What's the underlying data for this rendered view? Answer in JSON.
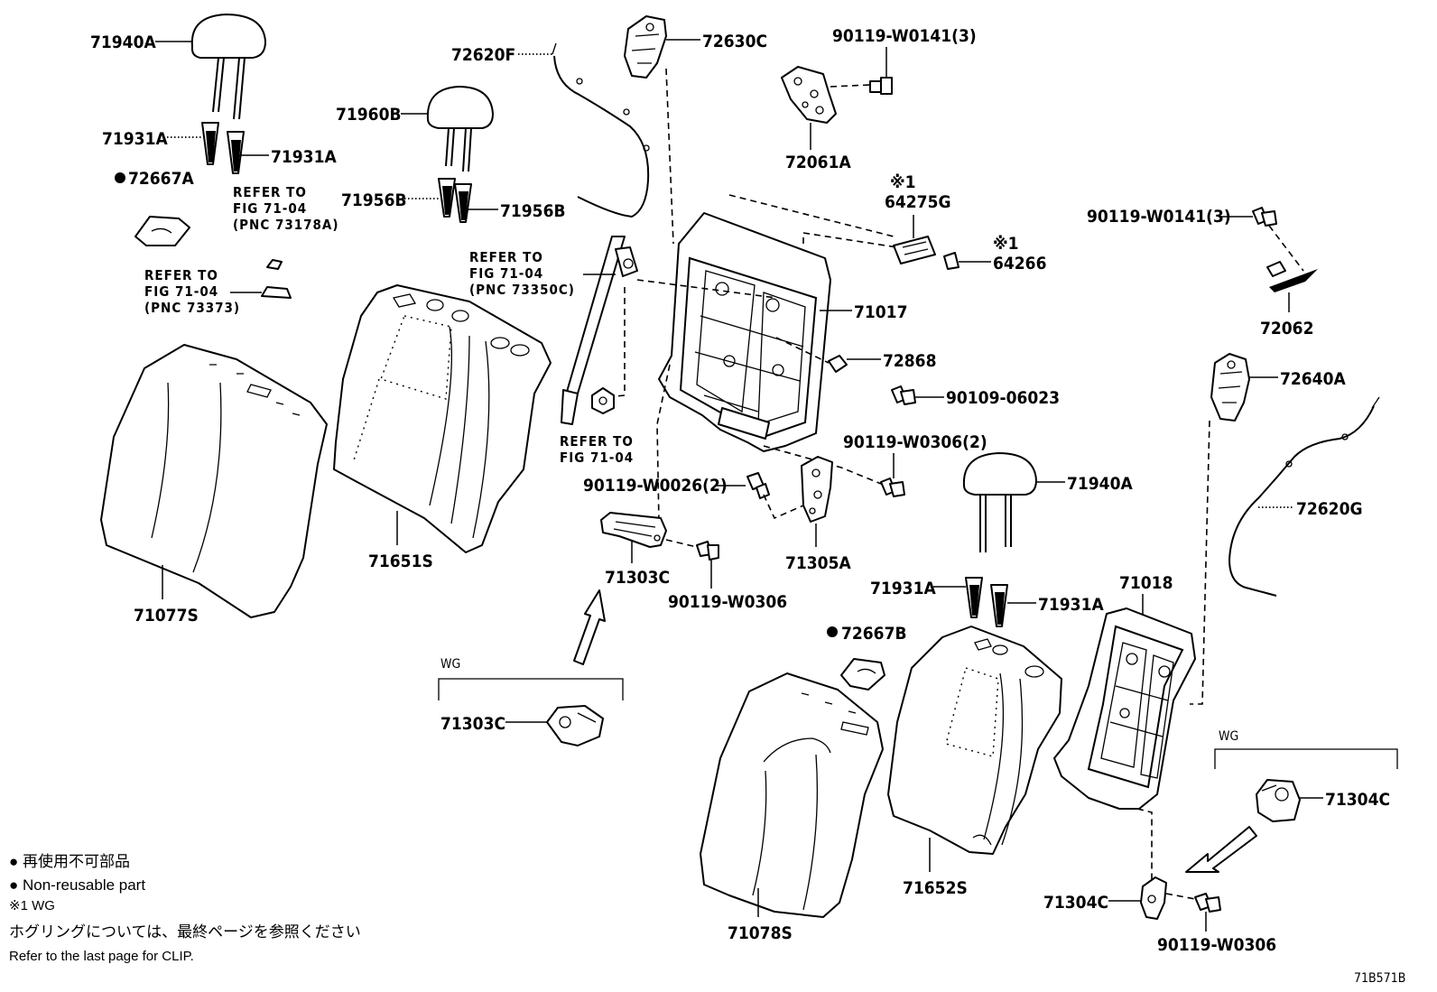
{
  "diagram_id": "71B571B",
  "labels": {
    "p71940A_top": "71940A",
    "p71931A_l1": "71931A",
    "p71931A_l2": "71931A",
    "p72667A": "72667A",
    "p71960B": "71960B",
    "p71956B_1": "71956B",
    "p71956B_2": "71956B",
    "p72620F": "72620F",
    "p72630C": "72630C",
    "p90119W0141_top": "90119-W0141(3)",
    "p72061A": "72061A",
    "p64275G": "64275G",
    "p64266": "64266",
    "p90119W0141_right": "90119-W0141(3)",
    "p72062": "72062",
    "p71017": "71017",
    "p72868": "72868",
    "p90109_06023": "90109-06023",
    "p72640A": "72640A",
    "p90119W0306_2": "90119-W0306(2)",
    "p90119W0026_2": "90119-W0026(2)",
    "p71305A": "71305A",
    "p71303C": "71303C",
    "p90119W0306_mid": "90119-W0306",
    "p71651S": "71651S",
    "p71077S": "71077S",
    "p71940A_right": "71940A",
    "p72620G": "72620G",
    "p71018": "71018",
    "p71931A_r1": "71931A",
    "p71931A_r2": "71931A",
    "p72667B": "72667B",
    "p71303C_wg": "71303C",
    "p71304C_wg": "71304C",
    "p71304C": "71304C",
    "p90119W0306_right": "90119-W0306",
    "p71652S": "71652S",
    "p71078S": "71078S"
  },
  "marks": {
    "note1_64275G": "※1",
    "note1_64266": "※1"
  },
  "refs": {
    "ref1": [
      "REFER TO",
      "FIG 71-04",
      "(PNC 73178A)"
    ],
    "ref2": [
      "REFER TO",
      "FIG 71-04",
      "(PNC 73373)"
    ],
    "ref3": [
      "REFER TO",
      "FIG 71-04",
      "(PNC 73350C)"
    ],
    "ref4": [
      "REFER TO",
      "FIG 71-04"
    ]
  },
  "wg_groups": {
    "left": "WG",
    "right": "WG"
  },
  "legend": {
    "line1": "● 再使用不可部品",
    "line2": "● Non-reusable part",
    "line3": "※1  WG",
    "line4": "ホグリングについては、最終ページを参照ください",
    "line5": "Refer to the last page for CLIP."
  }
}
